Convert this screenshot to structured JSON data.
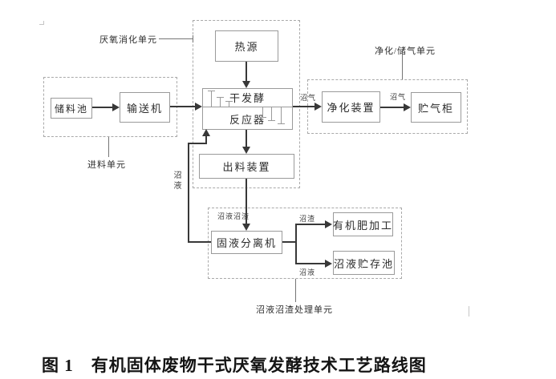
{
  "figure": {
    "caption": "图 1　有机固体废物干式厌氧发酵技术工艺路线图"
  },
  "units": {
    "digestion": "厌氧消化单元",
    "feeding": "进料单元",
    "gas": "净化/储气单元",
    "treatment": "沼液沼渣处理单元"
  },
  "nodes": {
    "heat": "热源",
    "reactor_top": "干发酵",
    "reactor_bottom": "反应器",
    "storage": "储料池",
    "conveyor": "输送机",
    "discharge": "出料装置",
    "purify": "净化装置",
    "gasholder": "贮气柜",
    "separator": "固液分离机",
    "fertilizer": "有机肥加工",
    "slurrypool": "沼液贮存池"
  },
  "flows": {
    "biogas1": "沼气",
    "biogas2": "沼气",
    "recycle_slurry": "沼液",
    "slurry_residue_mix": "沼液沼渣",
    "residue": "沼渣",
    "slurry_out": "沼液"
  },
  "colors": {
    "flow_line": "#383838",
    "box_border": "#9a9a9a",
    "dashed_border": "#a9a9a9",
    "text": "#2b2b2b",
    "caption_text": "#141414"
  }
}
